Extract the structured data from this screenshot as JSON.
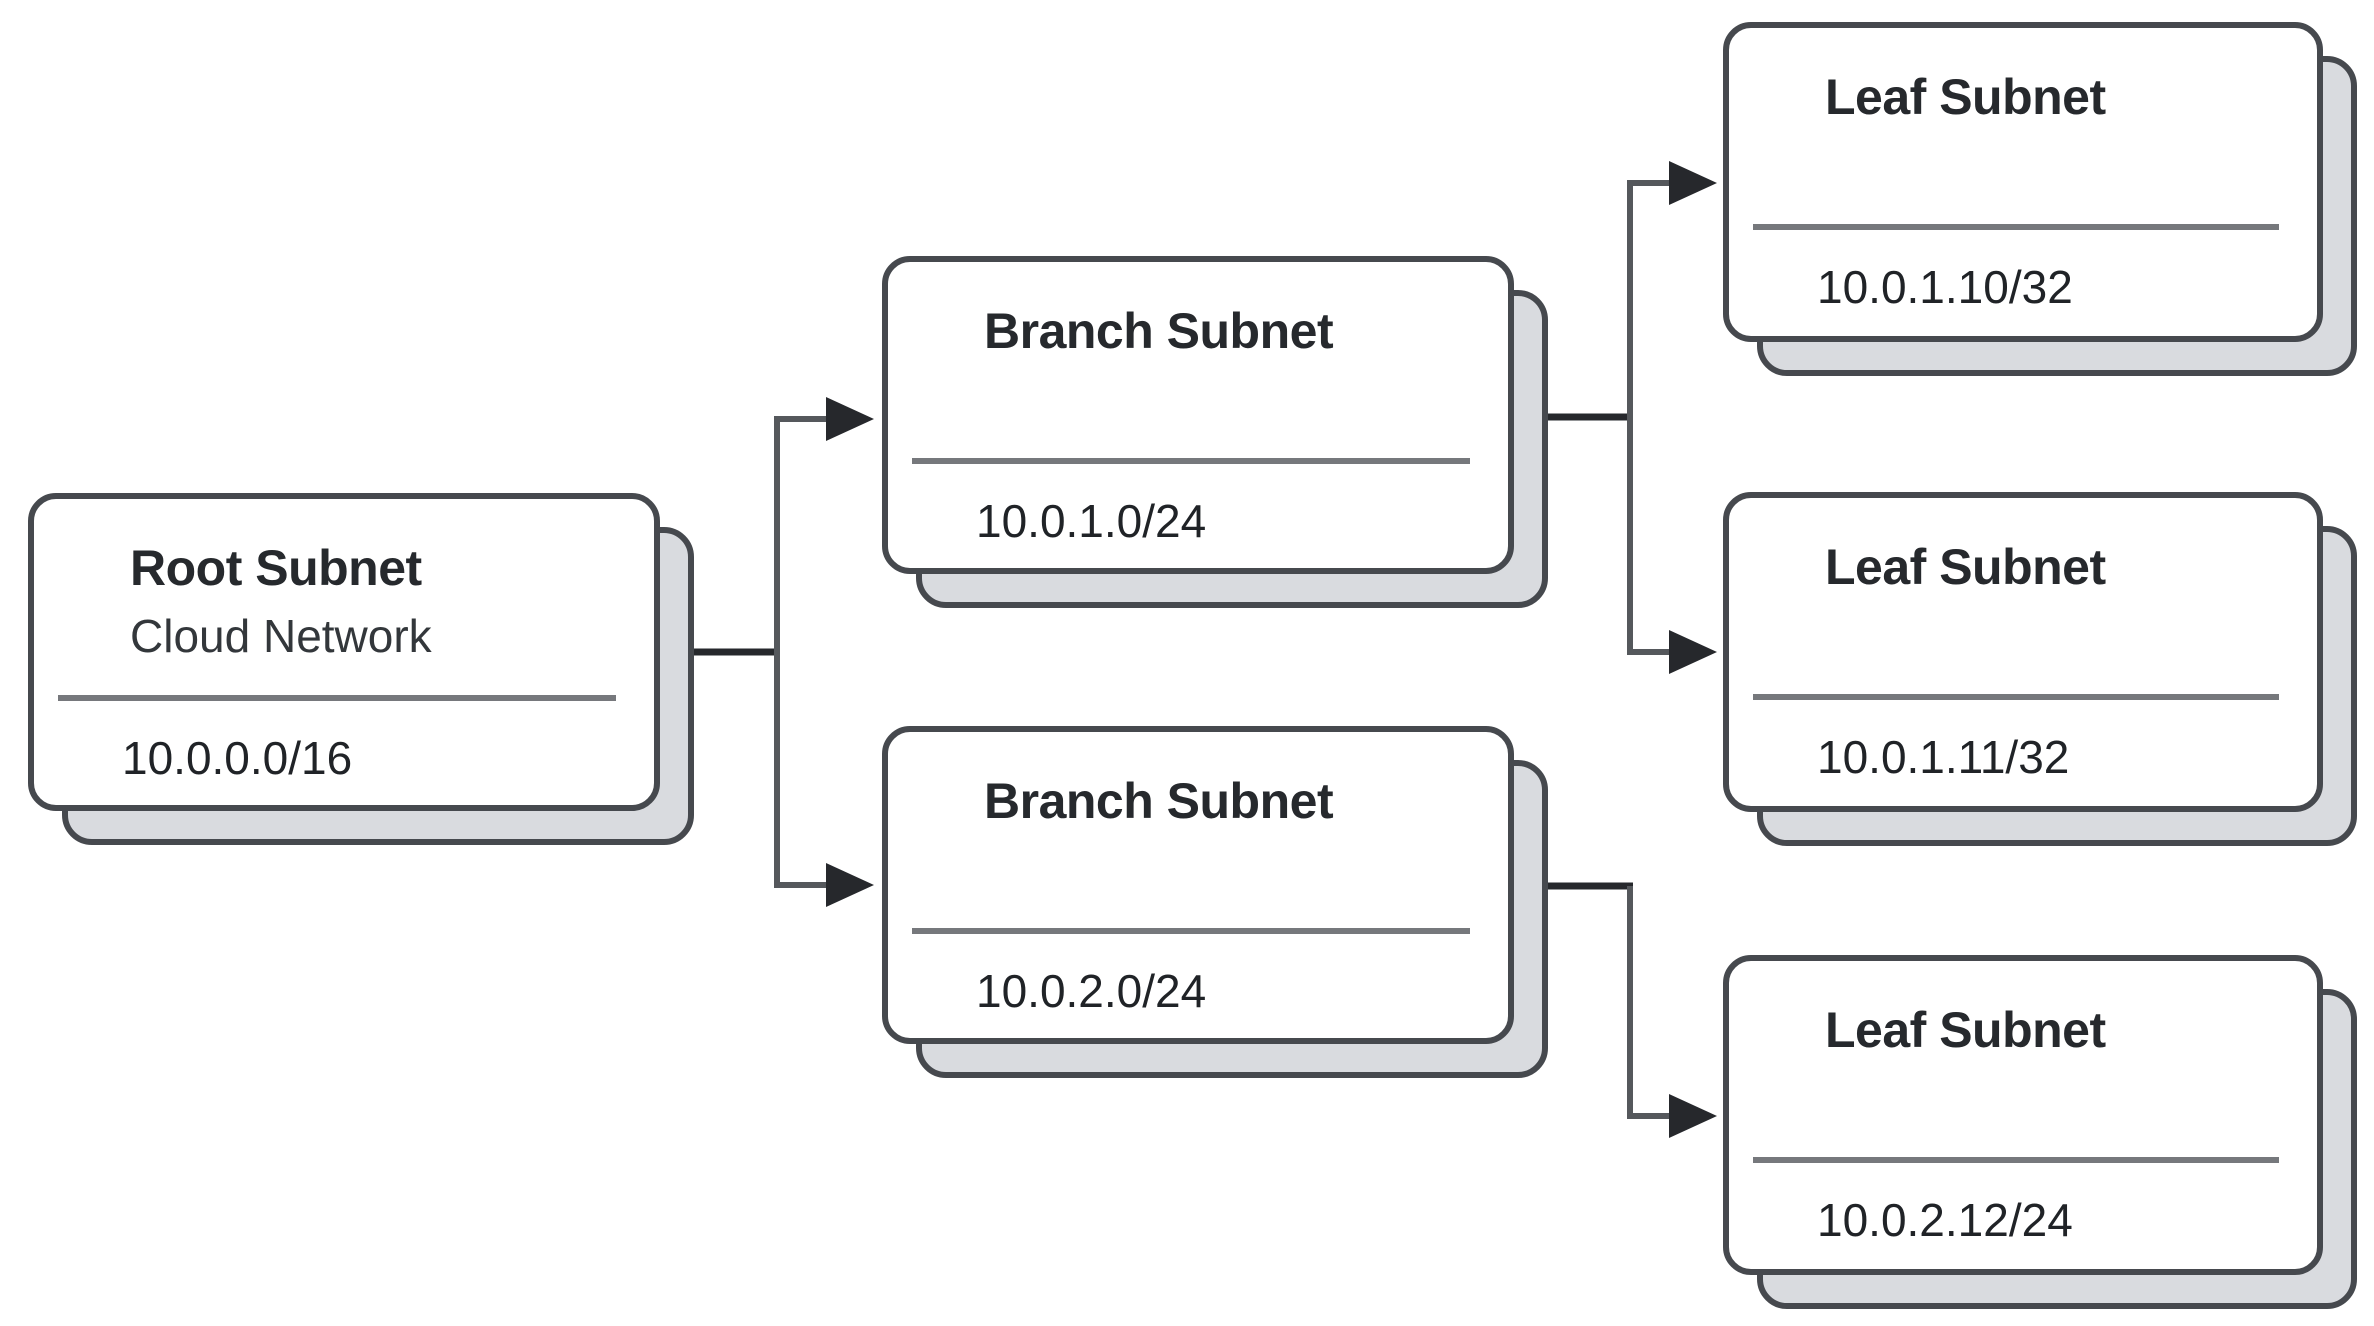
{
  "diagram": {
    "kind": "subnet-hierarchy",
    "nodes": [
      {
        "role": "root",
        "title": "Root Subnet",
        "subtitle": "Cloud Network",
        "cidr": "10.0.0.0/16"
      },
      {
        "role": "branch",
        "title": "Branch Subnet",
        "subtitle": "",
        "cidr": "10.0.1.0/24"
      },
      {
        "role": "branch",
        "title": "Branch Subnet",
        "subtitle": "",
        "cidr": "10.0.2.0/24"
      },
      {
        "role": "leaf",
        "title": "Leaf Subnet",
        "subtitle": "",
        "cidr": "10.0.1.10/32"
      },
      {
        "role": "leaf",
        "title": "Leaf Subnet",
        "subtitle": "",
        "cidr": "10.0.1.11/32"
      },
      {
        "role": "leaf",
        "title": "Leaf Subnet",
        "subtitle": "",
        "cidr": "10.0.2.12/24"
      }
    ],
    "edges": [
      {
        "from": "10.0.0.0/16",
        "to": "10.0.1.0/24"
      },
      {
        "from": "10.0.0.0/16",
        "to": "10.0.2.0/24"
      },
      {
        "from": "10.0.1.0/24",
        "to": "10.0.1.10/32"
      },
      {
        "from": "10.0.1.0/24",
        "to": "10.0.1.11/32"
      },
      {
        "from": "10.0.2.0/24",
        "to": "10.0.2.12/24"
      }
    ],
    "colors": {
      "background": "#ffffff",
      "card_fill": "#ffffff",
      "card_border": "#46494e",
      "shadow_fill": "#d9dbdf",
      "divider": "#76787c",
      "connector": "#55585c",
      "stub_and_arrow": "#26282c",
      "title_text": "#26292d",
      "value_text": "#202327"
    }
  }
}
